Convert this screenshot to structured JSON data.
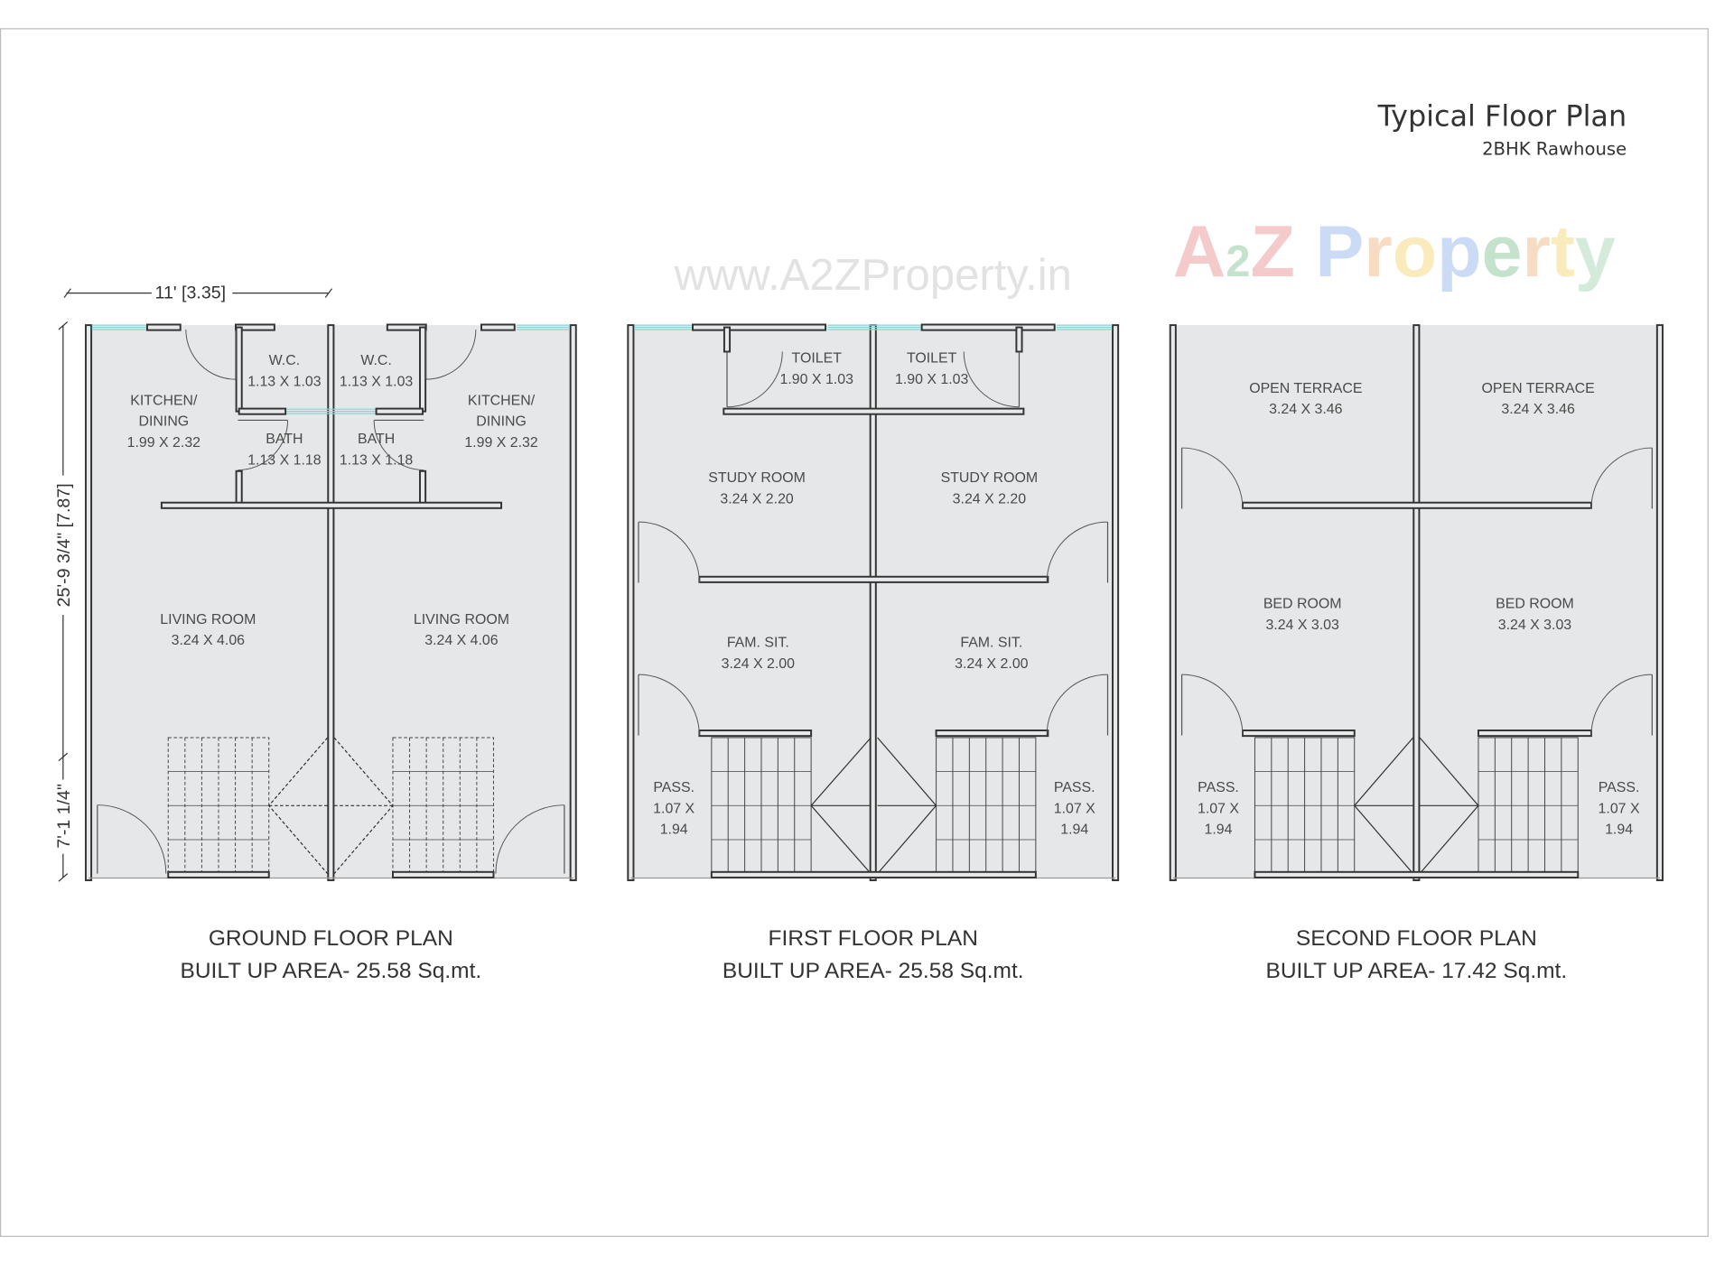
{
  "header": {
    "title": "Typical Floor Plan",
    "subtitle": "2BHK Rawhouse"
  },
  "watermarks": {
    "url": "www.A2ZProperty.in",
    "brand": "A2Z Property"
  },
  "dimensions": {
    "width": "11' [3.35]",
    "depth_main": "25'-9 3/4\" [7.87]",
    "depth_front": "7'-1 1/4\""
  },
  "colors": {
    "wall": "#333333",
    "floor": "#e6e7e8",
    "window": "#8fd3d8"
  },
  "ground": {
    "caption": "GROUND  FLOOR PLAN",
    "area": "BUILT UP AREA- 25.58 Sq.mt.",
    "rooms": {
      "kitchen_l": [
        "KITCHEN/",
        "DINING",
        "1.99 X 2.32"
      ],
      "kitchen_r": [
        "KITCHEN/",
        "DINING",
        "1.99 X 2.32"
      ],
      "wc_l": [
        "W.C.",
        "1.13 X 1.03"
      ],
      "wc_r": [
        "W.C.",
        "1.13 X 1.03"
      ],
      "bath_l": [
        "BATH",
        "1.13 X 1.18"
      ],
      "bath_r": [
        "BATH",
        "1.13 X 1.18"
      ],
      "living_l": [
        "LIVING ROOM",
        "3.24 X 4.06"
      ],
      "living_r": [
        "LIVING ROOM",
        "3.24 X 4.06"
      ]
    }
  },
  "first": {
    "caption": "FIRST FLOOR PLAN",
    "area": "BUILT UP AREA- 25.58 Sq.mt.",
    "rooms": {
      "toilet_l": [
        "TOILET",
        "1.90 X 1.03"
      ],
      "toilet_r": [
        "TOILET",
        "1.90 X 1.03"
      ],
      "study_l": [
        "STUDY ROOM",
        "3.24 X 2.20"
      ],
      "study_r": [
        "STUDY ROOM",
        "3.24 X 2.20"
      ],
      "fam_l": [
        "FAM. SIT.",
        "3.24 X 2.00"
      ],
      "fam_r": [
        "FAM. SIT.",
        "3.24 X 2.00"
      ],
      "pass_l": [
        "PASS.",
        "1.07 X",
        "1.94"
      ],
      "pass_r": [
        "PASS.",
        "1.07 X",
        "1.94"
      ]
    }
  },
  "second": {
    "caption": "SECOND FLOOR PLAN",
    "area": "BUILT UP AREA- 17.42 Sq.mt.",
    "rooms": {
      "terrace_l": [
        "OPEN TERRACE",
        "3.24 X 3.46"
      ],
      "terrace_r": [
        "OPEN TERRACE",
        "3.24 X 3.46"
      ],
      "bed_l": [
        "BED ROOM",
        "3.24 X 3.03"
      ],
      "bed_r": [
        "BED ROOM",
        "3.24 X 3.03"
      ],
      "pass_l": [
        "PASS.",
        "1.07 X",
        "1.94"
      ],
      "pass_r": [
        "PASS.",
        "1.07 X",
        "1.94"
      ]
    }
  }
}
